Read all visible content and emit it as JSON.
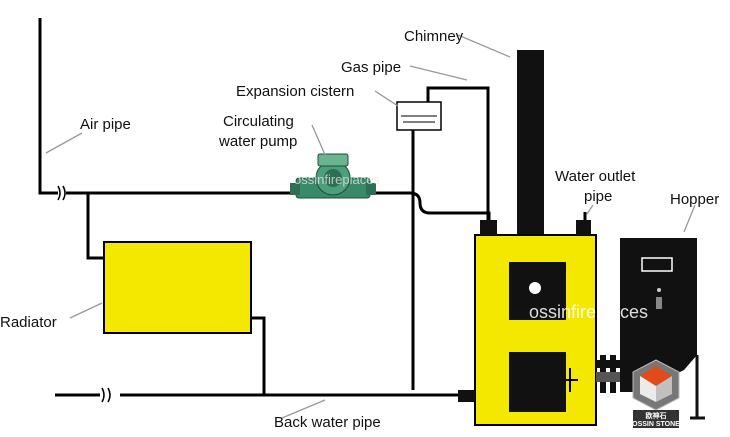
{
  "labels": {
    "chimney": "Chimney",
    "gas_pipe": "Gas pipe",
    "expansion_cistern": "Expansion cistern",
    "circulating_pump_line1": "Circulating",
    "circulating_pump_line2": "water pump",
    "air_pipe": "Air pipe",
    "water_outlet_line1": "Water outlet",
    "water_outlet_line2": "pipe",
    "hopper": "Hopper",
    "radiator": "Radiator",
    "back_water_pipe": "Back water pipe"
  },
  "watermarks": {
    "small": "ossinfireplaces",
    "large": "ossinfireplaces"
  },
  "logo": {
    "line1": "欧神石",
    "line2": "OSSIN STONE"
  },
  "colors": {
    "boiler_yellow": "#f5e800",
    "pipe": "#000000",
    "pump_green": "#3a8a6a",
    "hopper_black": "#111111"
  }
}
